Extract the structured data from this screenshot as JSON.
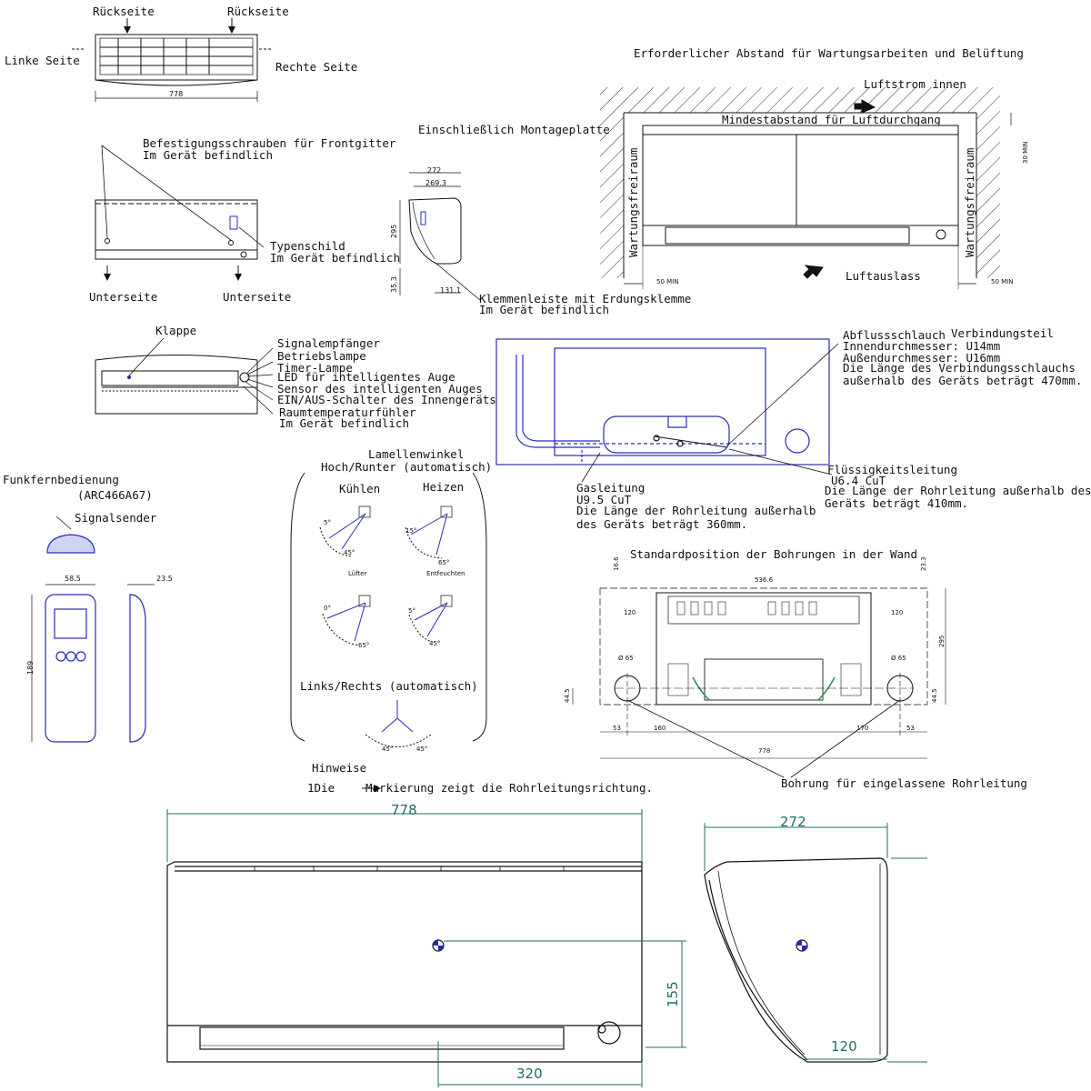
{
  "top_view": {
    "rueckseite_left": "Rückseite",
    "rueckseite_right": "Rückseite",
    "linke_seite": "Linke Seite",
    "rechte_seite": "Rechte Seite",
    "width_dim": "778"
  },
  "front_view": {
    "screws_line1": "Befestigungsschrauben für Frontgitter",
    "screws_line2": "Im Gerät befindlich",
    "typenschild_line1": "Typenschild",
    "typenschild_line2": "Im Gerät befindlich",
    "unterseite_left": "Unterseite",
    "unterseite_right": "Unterseite"
  },
  "side_view": {
    "montage_label": "Einschließlich Montageplatte",
    "dim_272": "272",
    "dim_269": "269.3",
    "dim_295": "295",
    "dim_35": "35.3",
    "dim_131": "131.1",
    "klemme_line1": "Klemmenleiste mit Erdungsklemme",
    "klemme_line2": "Im Gerät befindlich"
  },
  "clearance": {
    "title": "Erforderlicher Abstand für Wartungsarbeiten und Belüftung",
    "luftstrom": "Luftstrom innen",
    "mindest": "Mindestabstand für Luftdurchgang",
    "wartung_left": "Wartungsfreiraum",
    "wartung_right": "Wartungsfreiraum",
    "luftauslass": "Luftauslass",
    "min30": "30 MIN",
    "min50_left": "50 MIN",
    "min50_right": "50 MIN"
  },
  "bottom_view": {
    "klappe": "Klappe",
    "labels": [
      "Signalempfänger",
      "Betriebslampe",
      "Timer-Lampe",
      "LED für intelligentes Auge",
      "Sensor des intelligenten Auges",
      "EIN/AUS-Schalter des Innengeräts",
      "Raumtemperaturfühler",
      "Im Gerät befindlich"
    ]
  },
  "piping": {
    "abfluss_line1": "Abflussschlauch",
    "verbindung": "Verbindungsteil",
    "innen": "Innendurchmesser: U14mm",
    "aussen": "Außendurchmesser: U16mm",
    "laenge1": "Die Länge des Verbindungsschlauchs",
    "laenge2": "außerhalb des Geräts beträgt 470mm.",
    "gas1": "Gasleitung",
    "gas2": "U9.5 CuT",
    "gas3": "Die Länge der Rohrleitung außerhalb",
    "gas4": "des Geräts beträgt 360mm.",
    "fl1": "Flüssigkeitsleitung",
    "fl2": "U6.4 CuT",
    "fl3": "Die Länge der Rohrleitung außerhalb des",
    "fl4": "Geräts beträgt 410mm."
  },
  "remote": {
    "title": "Funkfernbedienung",
    "model": "(ARC466A67)",
    "sender": "Signalsender",
    "dim_58": "58.5",
    "dim_23": "23.5",
    "dim_189": "189"
  },
  "louvers": {
    "title1": "Lamellenwinkel",
    "title2": "Hoch/Runter (automatisch)",
    "kuehlen": "Kühlen",
    "heizen": "Heizen",
    "luefter": "Lüfter",
    "entfeuchten": "Entfeuchten",
    "lr": "Links/Rechts (automatisch)",
    "a_5": "5°",
    "a_45": "45°",
    "a_15": "15°",
    "a_65": "65°",
    "a_0": "0°",
    "a_65b": "65°",
    "a_5b": "5°",
    "a_45b": "45°",
    "lr_45a": "45°",
    "lr_45b": "45°"
  },
  "notes": {
    "hinweise": "Hinweise",
    "note_prefix": "1Die",
    "note_text": "Markierung zeigt die Rohrleitungsrichtung."
  },
  "wall_holes": {
    "title": "Standardposition der Bohrungen in der Wand",
    "d_16": "16.6",
    "d_536": "536.6",
    "d_23": "23.3",
    "d_120a": "120",
    "d_120b": "120",
    "d_295": "295",
    "d_65a": "Ø 65",
    "d_65b": "Ø 65",
    "d_44a": "44.5",
    "d_44b": "44.5",
    "d_53a": "53",
    "d_160": "160",
    "d_170": "170",
    "d_53b": "53",
    "d_778": "778",
    "bohrung": "Bohrung für eingelassene Rohrleitung"
  },
  "large_views": {
    "front_width": "778",
    "front_height": "155",
    "front_offset": "320",
    "side_depth": "272",
    "side_offset": "120"
  },
  "colors": {
    "line": "#111111",
    "blue": "#2b2bb8",
    "teal": "#1f6e6a"
  }
}
